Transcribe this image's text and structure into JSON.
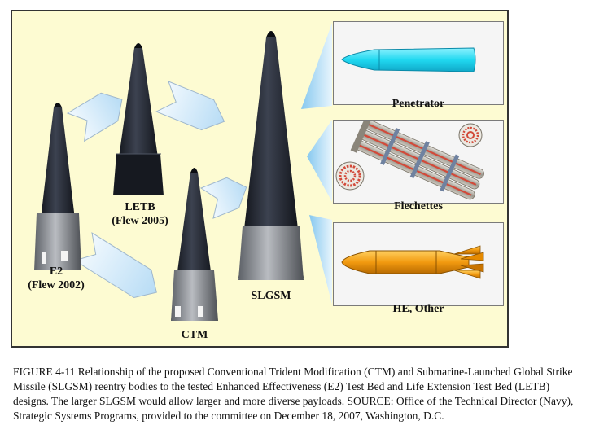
{
  "missiles": {
    "e2_name": "E2",
    "e2_note": "(Flew 2002)",
    "letb_name": "LETB",
    "letb_note": "(Flew 2005)",
    "ctm_name": "CTM",
    "slgsm_name": "SLGSM"
  },
  "payloads": {
    "penetrator": "Penetrator",
    "flechettes": "Flechettes",
    "he_other": "HE, Other"
  },
  "colors": {
    "background": "#fdfbd2",
    "penetrator": "#20d8f0",
    "he_body": "#f29a10",
    "rod_stripe": "#d24a3a",
    "arrow": "#cde6f8"
  },
  "caption": "FIGURE 4-11 Relationship of the proposed Conventional Trident Modification (CTM) and Submarine-Launched Global Strike Missile (SLGSM) reentry bodies to the tested Enhanced Effectiveness (E2) Test Bed and Life Extension Test Bed (LETB) designs. The larger SLGSM would allow larger and more diverse payloads. SOURCE: Office of the Technical Director (Navy), Strategic Systems Programs, provided to the committee on December 18, 2007, Washington, D.C."
}
